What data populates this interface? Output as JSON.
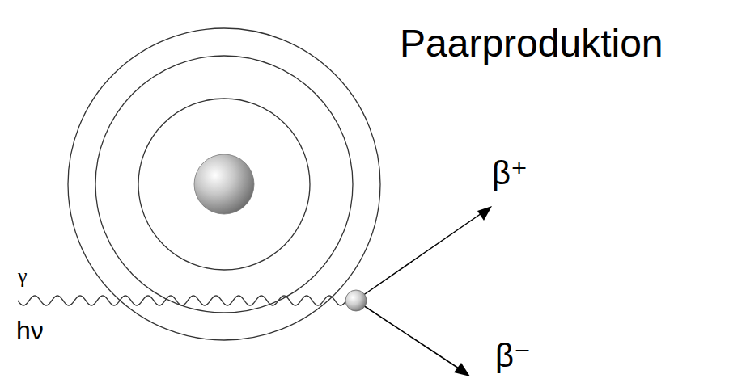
{
  "diagram": {
    "title": "Paarproduktion",
    "labels": [
      "γ",
      "hν",
      "β⁺",
      "β⁻"
    ]
  }
}
